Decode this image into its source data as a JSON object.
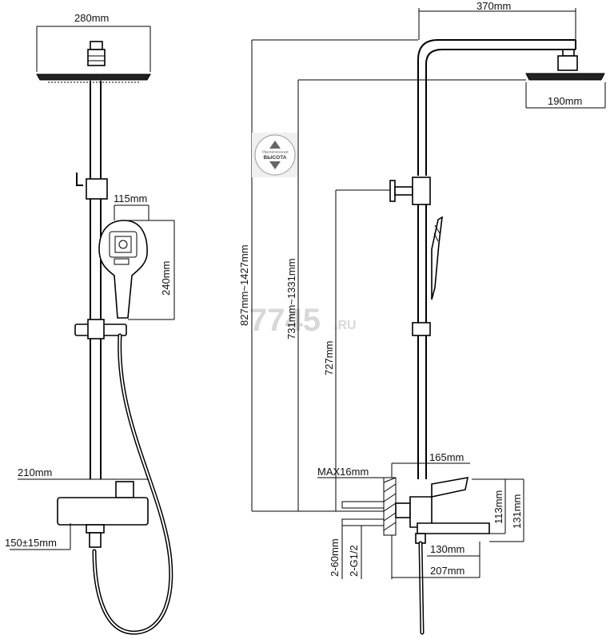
{
  "watermark": {
    "main": "7745",
    "suffix": ".RU"
  },
  "badge": {
    "line1": "Увеличенная",
    "line2": "ВЫСОТА"
  },
  "dimensions": {
    "shower_head_width_front": "280mm",
    "handshower_width": "115mm",
    "handshower_height": "240mm",
    "mixer_width_front": "210mm",
    "connection_spacing": "150±15mm",
    "arm_length": "370mm",
    "shower_head_width_side": "190mm",
    "total_height": "827mm~1427mm",
    "head_height": "731mm~1331mm",
    "holder_height": "727mm",
    "wall_max": "MAX16mm",
    "mixer_depth": "165mm",
    "spout_height_1": "113mm",
    "spout_height_2": "131mm",
    "spout_length": "130mm",
    "total_spout": "207mm",
    "connection_1": "2-60mm",
    "connection_2": "2-G1/2"
  }
}
